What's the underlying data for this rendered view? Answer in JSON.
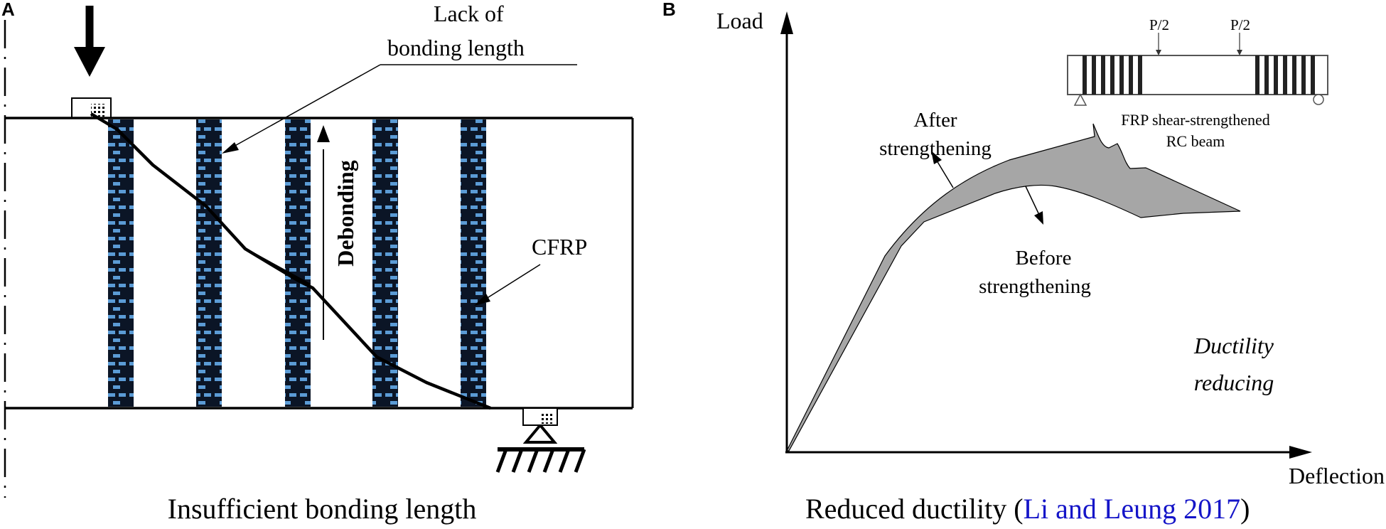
{
  "panel_a": {
    "letter": "A",
    "lack_line1": "Lack of",
    "lack_line2": "bonding length",
    "debonding": "Debonding",
    "cfrp": "CFRP",
    "caption": "Insufficient bonding length"
  },
  "panel_b": {
    "letter": "B",
    "y_axis": "Load",
    "x_axis": "Deflection",
    "after_line1": "After",
    "after_line2": "strengthening",
    "before_line1": "Before",
    "before_line2": "strengthening",
    "ductility_line1": "Ductility",
    "ductility_line2": "reducing",
    "inset_load_left": "P/2",
    "inset_load_right": "P/2",
    "inset_line1": "FRP shear-strengthened",
    "inset_line2": "RC beam",
    "caption_main": "Reduced ductility (",
    "caption_ref": "Li and Leung 2017",
    "caption_end": ")"
  },
  "colors": {
    "strip_dash": "#5b9bd5",
    "strip_fill": "#0b1526",
    "band_fill": "#a6a6a6",
    "reference_link": "#1515c8"
  }
}
